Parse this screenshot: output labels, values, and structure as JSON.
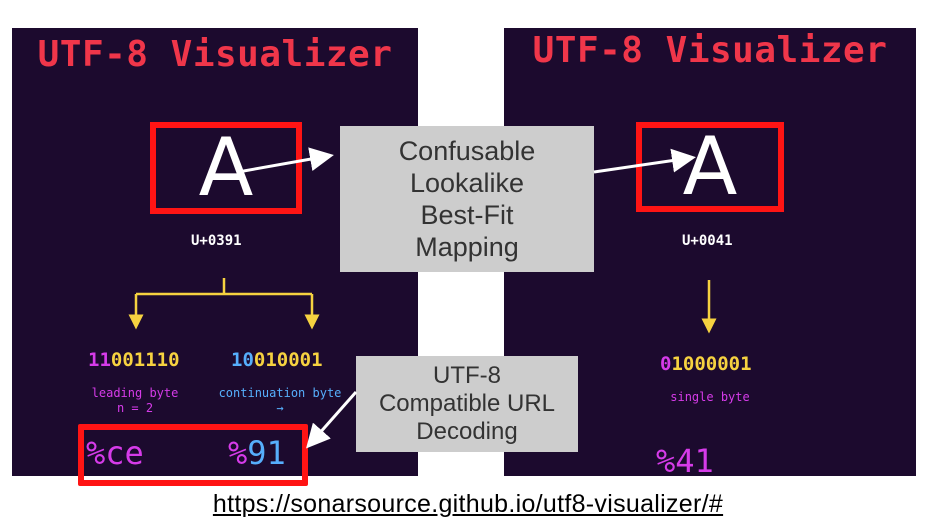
{
  "left": {
    "title": "UTF-8 Visualizer",
    "character": "Α",
    "codepoint": "U+0391",
    "byte1": {
      "marker": "11",
      "payload": "001110",
      "caption_line1": "leading byte",
      "caption_line2": "n = 2"
    },
    "byte2": {
      "marker": "10",
      "payload": "010001",
      "caption_line1": "continuation byte",
      "caption_line2": "→"
    },
    "encoded1": {
      "prefix": "%",
      "value": "ce"
    },
    "encoded2": {
      "prefix": "%",
      "value": "91"
    }
  },
  "right": {
    "title": "UTF-8 Visualizer",
    "character": "A",
    "codepoint": "U+0041",
    "byte1": {
      "marker": "0",
      "payload": "1000001",
      "caption": "single byte"
    },
    "encoded1": {
      "prefix": "%",
      "value": "41"
    }
  },
  "callout_mapping": [
    "Confusable",
    "Lookalike",
    "Best-Fit",
    "Mapping"
  ],
  "callout_decoding": [
    "UTF-8",
    "Compatible URL",
    "Decoding"
  ],
  "url": "https://sonarsource.github.io/utf8-visualizer/#",
  "colors": {
    "panel": "#1c0a2e",
    "title": "#f0364a",
    "highlight": "#ff1414",
    "marker": "#d63be9",
    "payload_yellow": "#f6d240",
    "payload_blue": "#56aefc",
    "arrow_yellow": "#f6d240"
  }
}
